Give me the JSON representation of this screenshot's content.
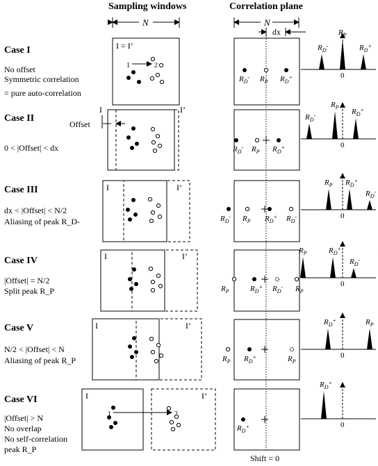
{
  "headers": {
    "sampling": "Sampling windows",
    "correlation": "Correlation plane"
  },
  "dims": {
    "n_left": "N",
    "n_right": "N",
    "dx": "dx"
  },
  "cases": [
    {
      "title": "Case I",
      "lines": [
        "No offset",
        "Symmetric correlation",
        "= pure auto-correlation"
      ]
    },
    {
      "title": "Case II",
      "lines": [
        "0 < |Offset| < dx"
      ]
    },
    {
      "title": "Case III",
      "lines": [
        "dx < |Offset| < N/2",
        "Aliasing of peak R_D-"
      ]
    },
    {
      "title": "Case IV",
      "lines": [
        "|Offset| = N/2",
        "Split peak R_P"
      ]
    },
    {
      "title": "Case V",
      "lines": [
        "N/2 < |Offset| < N",
        "Aliasing of peak R_P"
      ]
    },
    {
      "title": "Case VI",
      "lines": [
        "|Offset| > N",
        "No overlap",
        "No self-correlation",
        "peak  R_P"
      ]
    }
  ],
  "window_labels": {
    "i": "I",
    "i_prime": "I’",
    "i_eq": "I = I’",
    "one": "1",
    "two": "2",
    "offset": "Offset"
  },
  "peak_labels": {
    "rp": "R",
    "rp_sub": "P",
    "rd": "R",
    "rd_minus_sub": "D",
    "rd_plus_sub": "D",
    "minus": "-",
    "plus": "+"
  },
  "axis_zero": "0",
  "footer": {
    "shift": "Shift = 0"
  }
}
